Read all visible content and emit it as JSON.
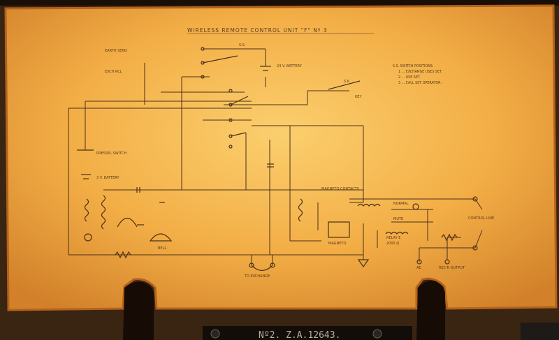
{
  "colors": {
    "frame": "#3a2412",
    "panel_glow": "#f6b24a",
    "panel_edge": "#c8701e",
    "ink": "#4a3018",
    "plate": "#120d09",
    "plate_text": "#b9ada0"
  },
  "diagram": {
    "title": "WIRELESS REMOTE CONTROL UNIT \"F\" Nº 3",
    "labels": {
      "earth_send": "EARTH  SEND",
      "exch_rcl": "EXCH  RCL",
      "ss_top": "S.S.",
      "battery_24v": "24 V. BATTERY",
      "ss_key": "S.K.",
      "key": "KEY",
      "ss_positions": "S.S. SWITCH POSITIONS.",
      "pos1": "1 ... EXCHANGE USES SET.",
      "pos2": "2 ... USE SET.",
      "pos3": "3 ... CALL SET OPERATOR.",
      "pressel": "PRESSEL SWITCH",
      "battery_3v": "3 V. BATTERY",
      "magneto_contacts": "MAGNETO CONTACTS",
      "normal": "NORMAL",
      "mute": "MUTE",
      "relay": "RELAY E",
      "relay_ohms": "2000 Ω",
      "control_line": "CONTROL LINE",
      "bell": "BELL",
      "magneto": "MAGNETO",
      "to_exchange": "TO EXCHANGE",
      "rec_output": "REC'R OUTPUT",
      "ae": "AE"
    }
  },
  "plate": {
    "serial": "Nº2. Z.A.12643."
  }
}
